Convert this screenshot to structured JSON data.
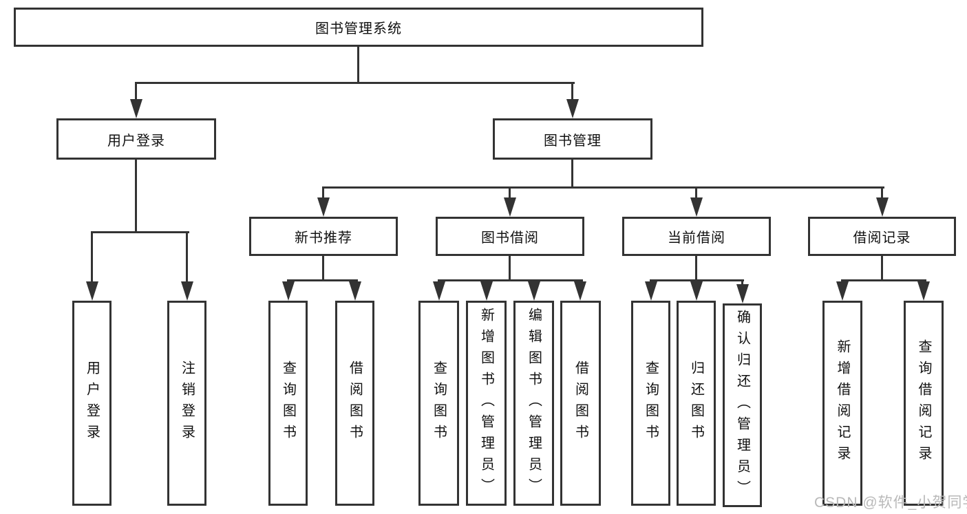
{
  "diagram_title": "图书管理系统",
  "tree": {
    "label": "图书管理系统",
    "children": [
      {
        "label": "用户登录",
        "children": [
          {
            "label": "用户登录"
          },
          {
            "label": "注销登录"
          }
        ]
      },
      {
        "label": "图书管理",
        "children": [
          {
            "label": "新书推荐",
            "children": [
              {
                "label": "查询图书"
              },
              {
                "label": "借阅图书"
              }
            ]
          },
          {
            "label": "图书借阅",
            "children": [
              {
                "label": "查询图书"
              },
              {
                "label": "新增图书（管理员）"
              },
              {
                "label": "编辑图书（管理员）"
              },
              {
                "label": "借阅图书"
              }
            ]
          },
          {
            "label": "当前借阅",
            "children": [
              {
                "label": "查询图书"
              },
              {
                "label": "归还图书"
              },
              {
                "label": "确认归还（管理员）"
              }
            ]
          },
          {
            "label": "借阅记录",
            "children": [
              {
                "label": "新增借阅记录"
              },
              {
                "label": "查询借阅记录"
              }
            ]
          }
        ]
      }
    ]
  },
  "watermark": {
    "text": "CSDN @软件_小贺同学"
  },
  "colors": {
    "line": "#333333",
    "text": "#111111",
    "box_background": "#ffffff",
    "watermark": "#b9b9b9",
    "background": "#ffffff"
  }
}
